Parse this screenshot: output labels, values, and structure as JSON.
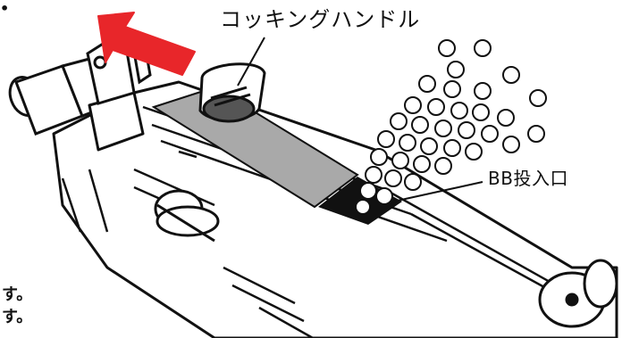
{
  "labels": {
    "cocking_handle": "コッキングハンドル",
    "bb_inlet": "BB投入口",
    "edge_text_top": "•",
    "edge_text_line1": "す。",
    "edge_text_line2": "す。"
  },
  "colors": {
    "arrow": "#e8262a",
    "line_art": "#111111",
    "highlight_panel": "#a9a9a9",
    "background": "#ffffff"
  },
  "icons": {
    "arrow": "red-direction-arrow",
    "bb_pellets": "bb-pellets"
  }
}
